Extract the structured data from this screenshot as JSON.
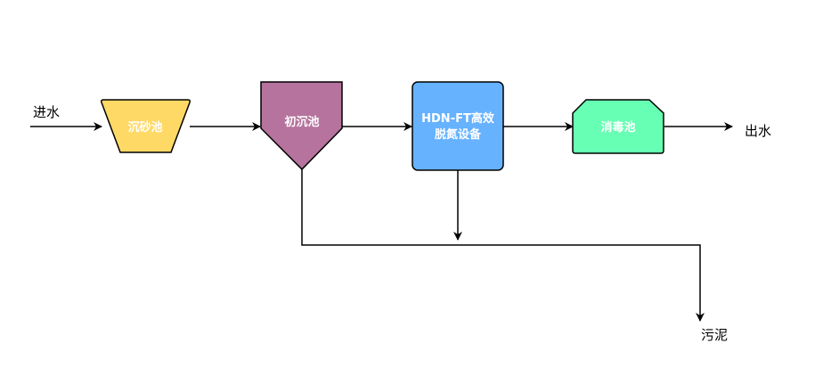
{
  "labels": {
    "inflow": "进水",
    "outflow": "出水",
    "sludge": "污泥"
  },
  "nodes": {
    "grit": {
      "label": "沉砂池",
      "color": "#FFD966"
    },
    "primary": {
      "label": "初沉池",
      "color": "#B5739D"
    },
    "hdn": {
      "line1": "HDN-FT高效",
      "line2": "脱氮设备",
      "color": "#66B2FF"
    },
    "disinfect": {
      "label": "消毒池",
      "color": "#66FFB3"
    }
  }
}
